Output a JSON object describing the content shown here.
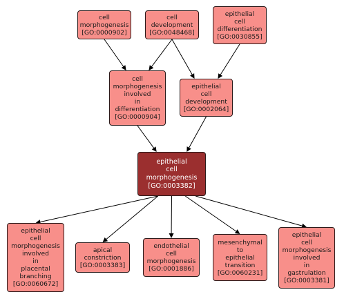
{
  "nodes": {
    "n0000902": {
      "label": "cell\nmorphogenesis",
      "id": "[GO:0000902]"
    },
    "n0048468": {
      "label": "cell\ndevelopment",
      "id": "[GO:0048468]"
    },
    "n0030855": {
      "label": "epithelial\ncell\ndifferentiation",
      "id": "[GO:0030855]"
    },
    "n0000904": {
      "label": "cell\nmorphogenesis\ninvolved\nin\ndifferentiation",
      "id": "[GO:0000904]"
    },
    "n0002064": {
      "label": "epithelial\ncell\ndevelopment",
      "id": "[GO:0002064]"
    },
    "n0003382": {
      "label": "epithelial\ncell\nmorphogenesis",
      "id": "[GO:0003382]"
    },
    "n0060672": {
      "label": "epithelial\ncell\nmorphogenesis\ninvolved\nin\nplacental\nbranching",
      "id": "[GO:0060672]"
    },
    "n0003383": {
      "label": "apical\nconstriction",
      "id": "[GO:0003383]"
    },
    "n0001886": {
      "label": "endothelial\ncell\nmorphogenesis",
      "id": "[GO:0001886]"
    },
    "n0060231": {
      "label": "mesenchymal\nto\nepithelial\ntransition",
      "id": "[GO:0060231]"
    },
    "n0003381": {
      "label": "epithelial\ncell\nmorphogenesis\ninvolved\nin\ngastrulation",
      "id": "[GO:0003381]"
    }
  },
  "edges": [
    {
      "from": "n0000902",
      "to": "n0000904"
    },
    {
      "from": "n0048468",
      "to": "n0000904"
    },
    {
      "from": "n0048468",
      "to": "n0002064"
    },
    {
      "from": "n0030855",
      "to": "n0002064"
    },
    {
      "from": "n0000904",
      "to": "n0003382"
    },
    {
      "from": "n0002064",
      "to": "n0003382"
    },
    {
      "from": "n0003382",
      "to": "n0060672"
    },
    {
      "from": "n0003382",
      "to": "n0003383"
    },
    {
      "from": "n0003382",
      "to": "n0001886"
    },
    {
      "from": "n0003382",
      "to": "n0060231"
    },
    {
      "from": "n0003382",
      "to": "n0003381"
    }
  ],
  "colors": {
    "node_fill": "#f88f8a",
    "focus_fill": "#9b2f2f",
    "focus_text": "#ffffff",
    "edge": "#000000"
  }
}
